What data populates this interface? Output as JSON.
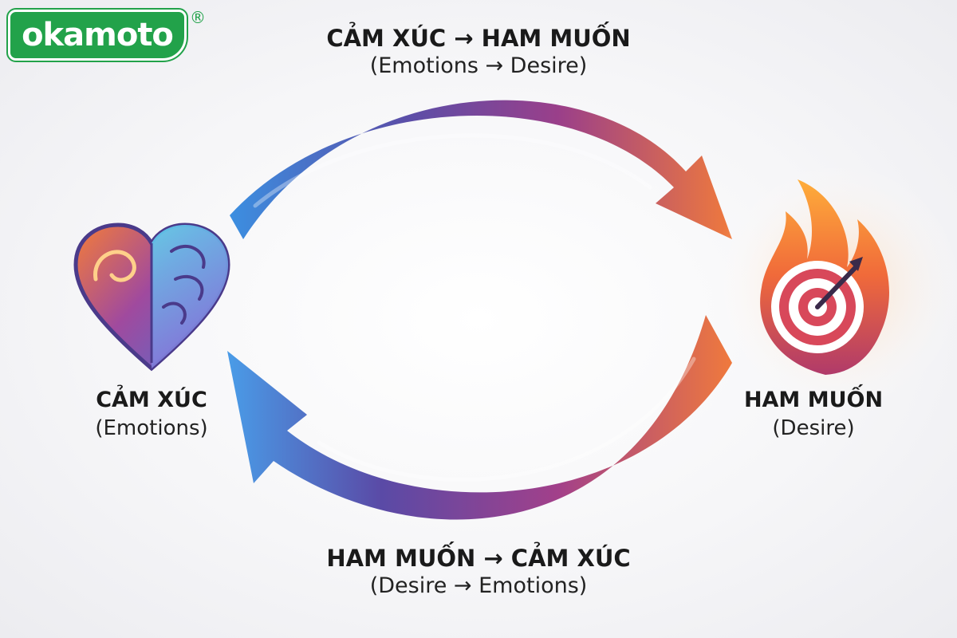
{
  "logo": {
    "text": "okamoto",
    "registered": "®"
  },
  "top_flow": {
    "title": "CẢM XÚC → HAM MUỐN",
    "subtitle": "(Emotions → Desire)"
  },
  "bottom_flow": {
    "title": "HAM MUỐN → CẢM XÚC",
    "subtitle": "(Desire → Emotions)"
  },
  "left_node": {
    "title": "CẢM XÚC",
    "subtitle": "(Emotions)",
    "icon": "heart-brain-icon"
  },
  "right_node": {
    "title": "HAM MUỐN",
    "subtitle": "(Desire)",
    "icon": "flame-target-icon"
  },
  "colors": {
    "brand_green": "#22a24a",
    "arrow_blue": "#3e7fd6",
    "arrow_purple": "#6a3d8f",
    "arrow_orange": "#ef6a3a"
  }
}
